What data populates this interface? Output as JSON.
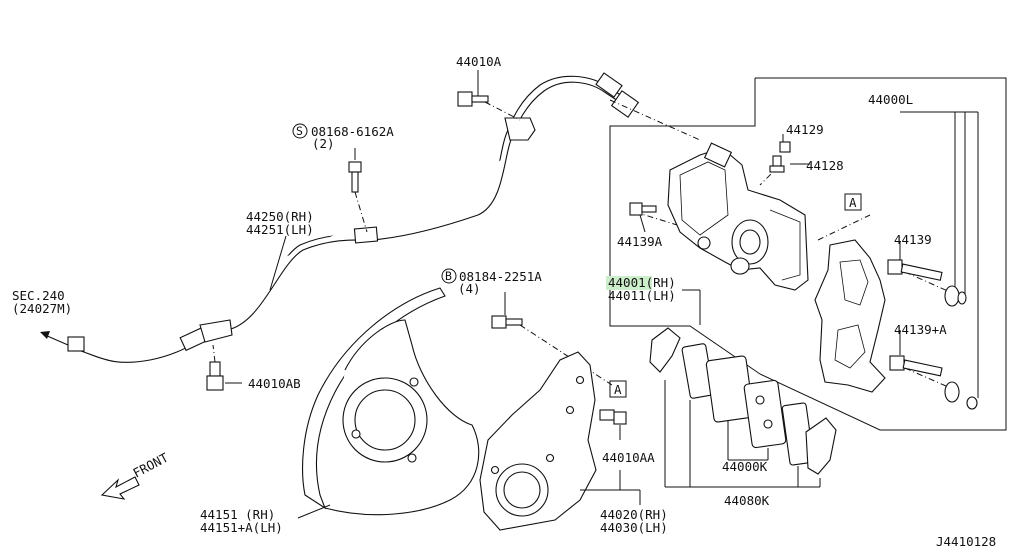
{
  "diagram_id": "J4410128",
  "front_label": "FRONT",
  "labels": {
    "l_44010A": "44010A",
    "l_s08168_line1": "08168-6162A",
    "l_s08168_line2": "(2)",
    "l_44250": "44250(RH)",
    "l_44251": "44251(LH)",
    "l_sec240_line1": "SEC.240",
    "l_sec240_line2": "(24027M)",
    "l_44010AB": "44010AB",
    "l_b08184_line1": "08184-2251A",
    "l_b08184_line2": "(4)",
    "l_44000L": "44000L",
    "l_44129": "44129",
    "l_44128": "44128",
    "l_44139A": "44139A",
    "l_44001": "44001(RH)",
    "l_44011": "44011(LH)",
    "l_44139": "44139",
    "l_44139plusA": "44139+A",
    "l_44010AA": "44010AA",
    "l_44000K": "44000K",
    "l_44080K": "44080K",
    "l_44020": "44020(RH)",
    "l_44030": "44030(LH)",
    "l_44151": "44151  (RH)",
    "l_44151plusA": "44151+A(LH)",
    "l_refA_upper": "A",
    "l_refA_lower": "A",
    "l_circle_S": "S",
    "l_circle_B": "B"
  },
  "colors": {
    "line": "#111111",
    "highlight": "#cdeecb",
    "background": "#ffffff"
  }
}
